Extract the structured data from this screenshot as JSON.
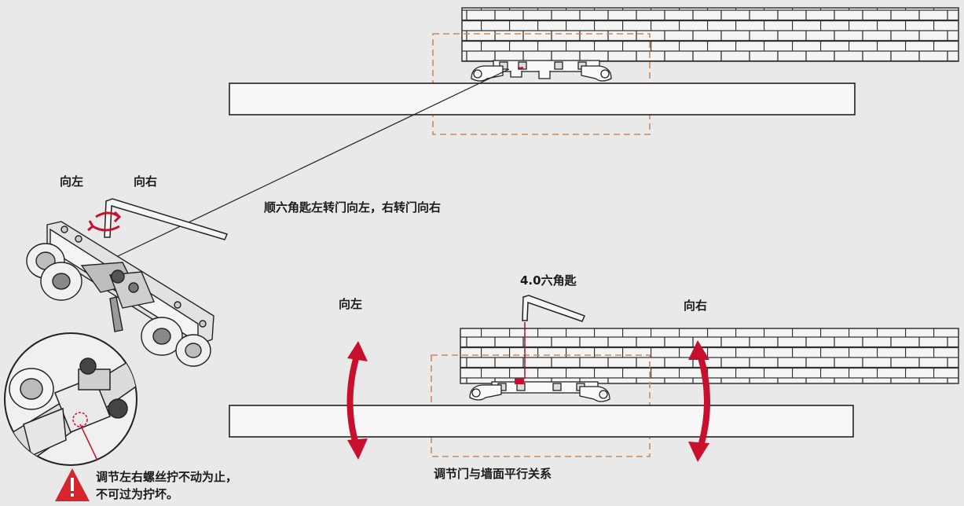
{
  "labels": {
    "left_top": "向左",
    "right_top": "向右",
    "instruction": "顺六角匙左转门向左，右转门向右",
    "hex_key": "4.0六角匙",
    "left_bottom": "向左",
    "right_bottom": "向右",
    "parallel_caption": "调节门与墙面平行关系"
  },
  "warning": {
    "line1": "调节左右螺丝拧不动为止，",
    "line2": "不可过为拧坏。"
  },
  "colors": {
    "background": "#e9e9e9",
    "arrow_red": "#c8102e",
    "dash_orange": "#c98a5a",
    "warning_red": "#d4262c",
    "line": "#222222"
  }
}
